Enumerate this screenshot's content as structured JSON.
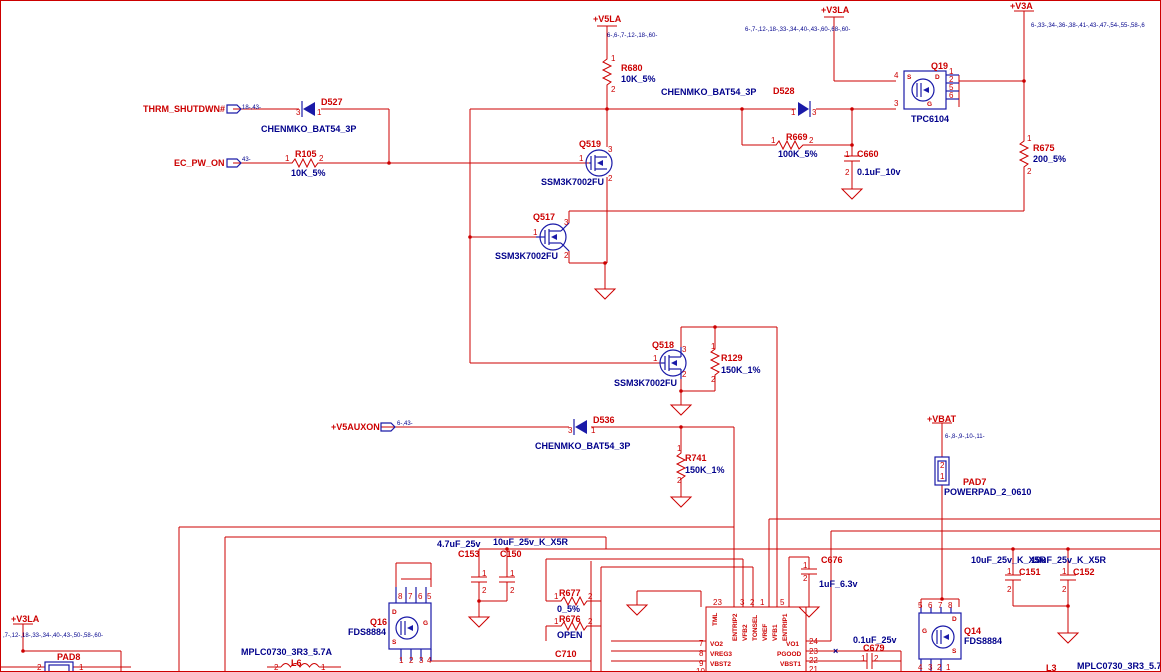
{
  "nets": {
    "v5la": "+V5LA",
    "v3la": "+V3LA",
    "v3a": "+V3A",
    "vbat": "+VBAT",
    "v3la_bl": "+V3LA",
    "thrm": "THRM_SHUTDWN#",
    "ecpw": "EC_PW_ON",
    "v5aux": "+V5AUXON"
  },
  "pagerefs": {
    "v5la": "6-,6-,7-,12-,18-,60-",
    "v3la": "6-,7-,12-,18-,33-,34-,40-,43-,60-,68-,60-",
    "v3a": "6-,33-,34-,36-,38-,41-,43-,47-,54-,55-,58-,6",
    "thrm": "18-,43-",
    "ecpw": "43-",
    "v5aux": "6-,43-",
    "vbat": "6-,8-,9-,10-,11-",
    "v3la_bl": ",7-,12-,18-,33-,34-,40-,43-,50-,58-,60-"
  },
  "parts": {
    "d527": {
      "ref": "D527",
      "val": "CHENMKO_BAT54_3P"
    },
    "d528": {
      "ref": "D528",
      "val": "CHENMKO_BAT54_3P"
    },
    "d536": {
      "ref": "D536",
      "val": "CHENMKO_BAT54_3P"
    },
    "r680": {
      "ref": "R680",
      "val": "10K_5%"
    },
    "r105": {
      "ref": "R105",
      "val": "10K_5%"
    },
    "r669": {
      "ref": "R669",
      "val": "100K_5%"
    },
    "r675": {
      "ref": "R675",
      "val": "200_5%"
    },
    "r129": {
      "ref": "R129",
      "val": "150K_1%"
    },
    "r741": {
      "ref": "R741",
      "val": "150K_1%"
    },
    "r677": {
      "ref": "R677",
      "val": "0_5%"
    },
    "r676": {
      "ref": "R676",
      "val": "OPEN"
    },
    "c660": {
      "ref": "C660",
      "val": "0.1uF_10v"
    },
    "c153": {
      "ref": "C153",
      "val": "4.7uF_25v"
    },
    "c150": {
      "ref": "C150",
      "val": "10uF_25v_K_X5R"
    },
    "c676": {
      "ref": "C676",
      "val": "1uF_6.3v"
    },
    "c679": {
      "ref": "C679",
      "val": "0.1uF_25v"
    },
    "c151": {
      "ref": "C151",
      "val": "10uF_25v_K_X5R"
    },
    "c152": {
      "ref": "C152",
      "val": "10uF_25v_K_X5R"
    },
    "c710": {
      "ref": "C710"
    },
    "q519": {
      "ref": "Q519",
      "val": "SSM3K7002FU"
    },
    "q517": {
      "ref": "Q517",
      "val": "SSM3K7002FU"
    },
    "q518": {
      "ref": "Q518",
      "val": "SSM3K7002FU"
    },
    "q19": {
      "ref": "Q19",
      "val": "TPC6104"
    },
    "q16": {
      "ref": "Q16",
      "val": "FDS8884"
    },
    "q14": {
      "ref": "Q14",
      "val": "FDS8884"
    },
    "pad7": {
      "ref": "PAD7",
      "val": "POWERPAD_2_0610"
    },
    "pad8": {
      "ref": "PAD8"
    },
    "l6": {
      "ref": "L6",
      "val": "MPLC0730_3R3_5.7A"
    },
    "l3": {
      "ref": "L3",
      "val": "MPLC0730_3R3_5.7"
    }
  },
  "ic": {
    "pins_top": [
      "TML",
      "ENTRIP2",
      "VFB2",
      "TONSEL",
      "VREF",
      "VFB1",
      "ENTRIP1"
    ],
    "top_pin_nums": [
      "23",
      "3",
      "2",
      "1",
      "5"
    ],
    "left": [
      "VO2",
      "VREG3",
      "VBST2"
    ],
    "left_nums": [
      "7",
      "8",
      "9",
      "10"
    ],
    "right": [
      "VO1",
      "PGOOD",
      "VBST1"
    ],
    "right_nums": [
      "24",
      "23",
      "22",
      "21"
    ]
  },
  "colors": {
    "wire": "#cc0000",
    "symbol": "#1a1aa8",
    "value": "#00008b",
    "background": "#ffffff"
  }
}
